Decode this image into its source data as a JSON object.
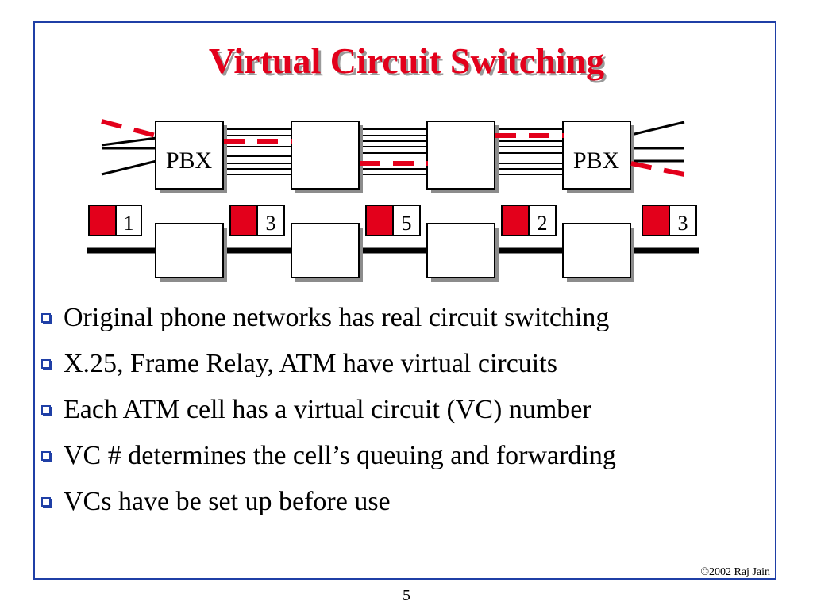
{
  "slide": {
    "title": "Virtual Circuit Switching",
    "diagram": {
      "pbx_left_label": "PBX",
      "pbx_right_label": "PBX",
      "vc_labels": [
        "1",
        "3",
        "5",
        "2",
        "3"
      ]
    },
    "bullets": [
      "Original phone networks has real circuit switching",
      "X.25, Frame Relay, ATM have virtual circuits",
      "Each ATM cell has a virtual circuit (VC) number",
      "VC # determines the cell’s queuing and forwarding",
      "VCs have be set up before use"
    ],
    "copyright": "©2002 Raj Jain",
    "page_number": "5"
  },
  "colors": {
    "title": "#e3001b",
    "frame": "#1f3fa6",
    "cell_red": "#e3001b",
    "dash_red": "#e3001b"
  }
}
